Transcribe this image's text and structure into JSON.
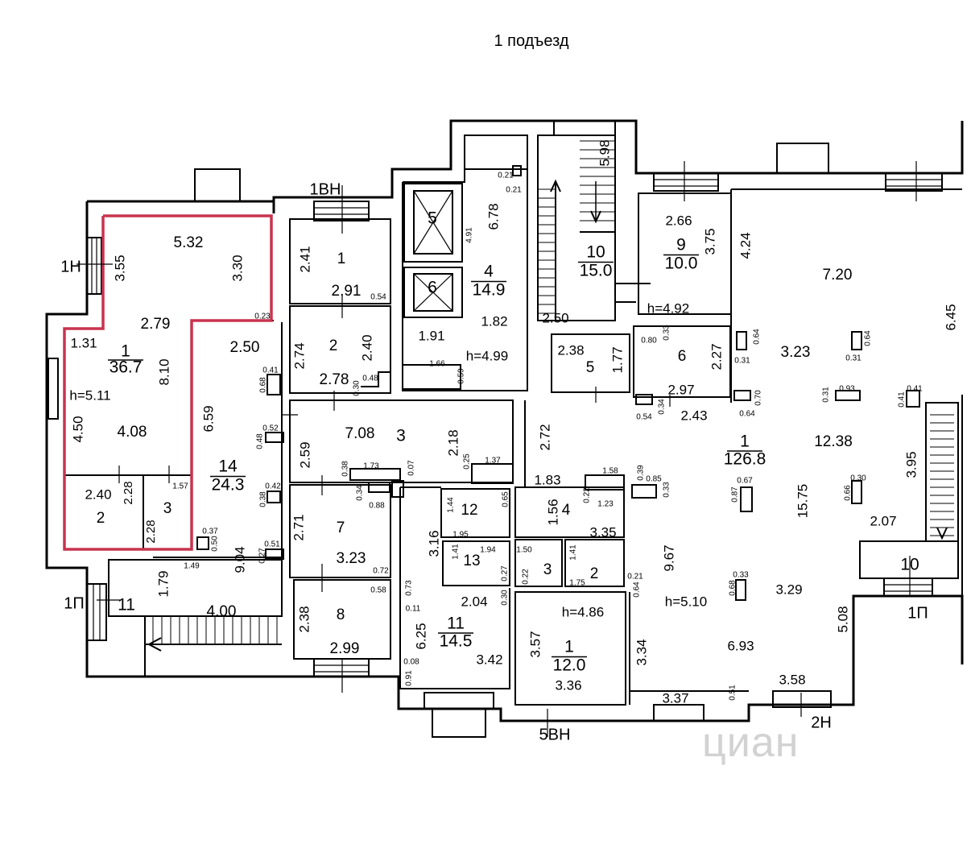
{
  "header": {
    "title": "1 подъезд"
  },
  "watermark": {
    "text": "циан"
  },
  "colors": {
    "wall": "#000000",
    "highlight": "#c8334f",
    "label_red": "#c8334f",
    "watermark": "#d2d2d2"
  },
  "entrances": [
    {
      "id": "e1n",
      "label": "1Н"
    },
    {
      "id": "e1vn",
      "label": "1ВН"
    },
    {
      "id": "e1p_left",
      "label": "1П"
    },
    {
      "id": "e1p_right",
      "label": "1П"
    },
    {
      "id": "e2n",
      "label": "2Н"
    },
    {
      "id": "e5vn",
      "label": "5ВН"
    }
  ],
  "rooms": [
    {
      "id": "r1a",
      "number": "1",
      "area": "36.7"
    },
    {
      "id": "r14",
      "number": "14",
      "area": "24.3"
    },
    {
      "id": "r4b",
      "number": "4",
      "area": "14.9"
    },
    {
      "id": "r10a",
      "number": "10",
      "area": "15.0"
    },
    {
      "id": "r9",
      "number": "9",
      "area": "10.0"
    },
    {
      "id": "r1big",
      "number": "1",
      "area": "126.8"
    },
    {
      "id": "r11b",
      "number": "11",
      "area": "14.5"
    },
    {
      "id": "r1c",
      "number": "1",
      "area": "12.0"
    }
  ],
  "labels": [
    {
      "id": "l01",
      "text": "5.32"
    },
    {
      "id": "l02",
      "text": "3.55"
    },
    {
      "id": "l03",
      "text": "3.30"
    },
    {
      "id": "l04",
      "text": "2.79"
    },
    {
      "id": "l05",
      "text": "1.31"
    },
    {
      "id": "l06",
      "text": "8.10"
    },
    {
      "id": "l07",
      "text": "h=5.11"
    },
    {
      "id": "l08",
      "text": "4.50"
    },
    {
      "id": "l09",
      "text": "4.08"
    },
    {
      "id": "l10",
      "text": "2.40"
    },
    {
      "id": "l11",
      "text": "2"
    },
    {
      "id": "l12",
      "text": "2.28"
    },
    {
      "id": "l13",
      "text": "3"
    },
    {
      "id": "l14",
      "text": "2.28"
    },
    {
      "id": "l15",
      "text": "1.57"
    },
    {
      "id": "l16",
      "text": "0.23"
    },
    {
      "id": "l17",
      "text": "2.50"
    },
    {
      "id": "l18",
      "text": "6.59"
    },
    {
      "id": "l19",
      "text": "9.04"
    },
    {
      "id": "l20",
      "text": "1.79"
    },
    {
      "id": "l21",
      "text": "4.00"
    },
    {
      "id": "l22",
      "text": "11"
    },
    {
      "id": "l23",
      "text": "1.49"
    },
    {
      "id": "l24",
      "text": "0.37"
    },
    {
      "id": "l25",
      "text": "0.50"
    },
    {
      "id": "l26",
      "text": "2.41"
    },
    {
      "id": "l27",
      "text": "1"
    },
    {
      "id": "l28",
      "text": "2.91"
    },
    {
      "id": "l29",
      "text": "0.54"
    },
    {
      "id": "l30",
      "text": "2.74"
    },
    {
      "id": "l31",
      "text": "2"
    },
    {
      "id": "l32",
      "text": "2.40"
    },
    {
      "id": "l33",
      "text": "2.78"
    },
    {
      "id": "l34",
      "text": "0.41"
    },
    {
      "id": "l35",
      "text": "0.68"
    },
    {
      "id": "l36",
      "text": "0.30"
    },
    {
      "id": "l37",
      "text": "0.48"
    },
    {
      "id": "l38",
      "text": "7.08"
    },
    {
      "id": "l39",
      "text": "3"
    },
    {
      "id": "l40",
      "text": "2.18"
    },
    {
      "id": "l41",
      "text": "2.59"
    },
    {
      "id": "l42",
      "text": "0.52"
    },
    {
      "id": "l43",
      "text": "0.48"
    },
    {
      "id": "l44",
      "text": "1.73"
    },
    {
      "id": "l45",
      "text": "0.38"
    },
    {
      "id": "l46",
      "text": "0.07"
    },
    {
      "id": "l47",
      "text": "0.25"
    },
    {
      "id": "l48",
      "text": "1.37"
    },
    {
      "id": "l49",
      "text": "0.42"
    },
    {
      "id": "l50",
      "text": "0.38"
    },
    {
      "id": "l51",
      "text": "0.34"
    },
    {
      "id": "l52",
      "text": "0.88"
    },
    {
      "id": "l53",
      "text": "2.71"
    },
    {
      "id": "l54",
      "text": "7"
    },
    {
      "id": "l55",
      "text": "3.23"
    },
    {
      "id": "l56",
      "text": "0.51"
    },
    {
      "id": "l57",
      "text": "0.27"
    },
    {
      "id": "l58",
      "text": "0.72"
    },
    {
      "id": "l59",
      "text": "0.58"
    },
    {
      "id": "l60",
      "text": "2.38"
    },
    {
      "id": "l61",
      "text": "8"
    },
    {
      "id": "l62",
      "text": "2.99"
    },
    {
      "id": "l63",
      "text": "5"
    },
    {
      "id": "l64",
      "text": "6"
    },
    {
      "id": "l65",
      "text": "6.78"
    },
    {
      "id": "l66",
      "text": "4.91"
    },
    {
      "id": "l67",
      "text": "0.21"
    },
    {
      "id": "l68",
      "text": "0.21"
    },
    {
      "id": "l69",
      "text": "1.82"
    },
    {
      "id": "l70",
      "text": "1.91"
    },
    {
      "id": "l71",
      "text": "h=4.99"
    },
    {
      "id": "l72",
      "text": "1.66"
    },
    {
      "id": "l73",
      "text": "0.59"
    },
    {
      "id": "l74",
      "text": "5.98"
    },
    {
      "id": "l75",
      "text": "2.50"
    },
    {
      "id": "l76",
      "text": "2.66"
    },
    {
      "id": "l77",
      "text": "3.75"
    },
    {
      "id": "l78",
      "text": "h=4.92"
    },
    {
      "id": "l79",
      "text": "4.24"
    },
    {
      "id": "l80",
      "text": "7.20"
    },
    {
      "id": "l81",
      "text": "6.45"
    },
    {
      "id": "l82",
      "text": "2.38"
    },
    {
      "id": "l83",
      "text": "5"
    },
    {
      "id": "l84",
      "text": "1.77"
    },
    {
      "id": "l85",
      "text": "0.80"
    },
    {
      "id": "l86",
      "text": "0.33"
    },
    {
      "id": "l87",
      "text": "6"
    },
    {
      "id": "l88",
      "text": "2.27"
    },
    {
      "id": "l89",
      "text": "2.97"
    },
    {
      "id": "l90",
      "text": "0.54"
    },
    {
      "id": "l91",
      "text": "0.34"
    },
    {
      "id": "l92",
      "text": "2.43"
    },
    {
      "id": "l93",
      "text": "0.64"
    },
    {
      "id": "l94",
      "text": "0.70"
    },
    {
      "id": "l95",
      "text": "0.64"
    },
    {
      "id": "l96",
      "text": "0.31"
    },
    {
      "id": "l97",
      "text": "3.23"
    },
    {
      "id": "l98",
      "text": "0.64"
    },
    {
      "id": "l99",
      "text": "0.31"
    },
    {
      "id": "l100",
      "text": "0.31"
    },
    {
      "id": "l101",
      "text": "0.93"
    },
    {
      "id": "l102",
      "text": "0.41"
    },
    {
      "id": "l103",
      "text": "0.41"
    },
    {
      "id": "l104",
      "text": "12.38"
    },
    {
      "id": "l105",
      "text": "2.72"
    },
    {
      "id": "l106",
      "text": "1.83"
    },
    {
      "id": "l107",
      "text": "1.58"
    },
    {
      "id": "l108",
      "text": "0.39"
    },
    {
      "id": "l109",
      "text": "0.85"
    },
    {
      "id": "l110",
      "text": "0.33"
    },
    {
      "id": "l111",
      "text": "0.22"
    },
    {
      "id": "l112",
      "text": "1.23"
    },
    {
      "id": "l113",
      "text": "0.67"
    },
    {
      "id": "l114",
      "text": "0.87"
    },
    {
      "id": "l115",
      "text": "15.75"
    },
    {
      "id": "l116",
      "text": "0.30"
    },
    {
      "id": "l117",
      "text": "0.66"
    },
    {
      "id": "l118",
      "text": "3.95"
    },
    {
      "id": "l119",
      "text": "2.07"
    },
    {
      "id": "l120",
      "text": "10"
    },
    {
      "id": "l121",
      "text": "12"
    },
    {
      "id": "l122",
      "text": "1.44"
    },
    {
      "id": "l123",
      "text": "0.65"
    },
    {
      "id": "l124",
      "text": "1.56"
    },
    {
      "id": "l125",
      "text": "4"
    },
    {
      "id": "l126",
      "text": "3.35"
    },
    {
      "id": "l127",
      "text": "1.95"
    },
    {
      "id": "l128",
      "text": "3.16"
    },
    {
      "id": "l129",
      "text": "1.41"
    },
    {
      "id": "l130",
      "text": "13"
    },
    {
      "id": "l131",
      "text": "1.94"
    },
    {
      "id": "l132",
      "text": "1.50"
    },
    {
      "id": "l133",
      "text": "3"
    },
    {
      "id": "l134",
      "text": "1.41"
    },
    {
      "id": "l135",
      "text": "2"
    },
    {
      "id": "l136",
      "text": "0.21"
    },
    {
      "id": "l137",
      "text": "0.22"
    },
    {
      "id": "l138",
      "text": "1.75"
    },
    {
      "id": "l139",
      "text": "0.27"
    },
    {
      "id": "l140",
      "text": "0.73"
    },
    {
      "id": "l141",
      "text": "0.11"
    },
    {
      "id": "l142",
      "text": "2.04"
    },
    {
      "id": "l143",
      "text": "0.30"
    },
    {
      "id": "l144",
      "text": "6.25"
    },
    {
      "id": "l145",
      "text": "3.42"
    },
    {
      "id": "l146",
      "text": "0.08"
    },
    {
      "id": "l147",
      "text": "0.91"
    },
    {
      "id": "l148",
      "text": "h=4.86"
    },
    {
      "id": "l149",
      "text": "3.57"
    },
    {
      "id": "l150",
      "text": "3.36"
    },
    {
      "id": "l151",
      "text": "0.64"
    },
    {
      "id": "l152",
      "text": "9.67"
    },
    {
      "id": "l153",
      "text": "h=5.10"
    },
    {
      "id": "l154",
      "text": "0.68"
    },
    {
      "id": "l155",
      "text": "0.33"
    },
    {
      "id": "l156",
      "text": "3.29"
    },
    {
      "id": "l157",
      "text": "3.34"
    },
    {
      "id": "l158",
      "text": "6.93"
    },
    {
      "id": "l159",
      "text": "5.08"
    },
    {
      "id": "l160",
      "text": "3.37"
    },
    {
      "id": "l161",
      "text": "0.51"
    },
    {
      "id": "l162",
      "text": "3.58"
    }
  ]
}
